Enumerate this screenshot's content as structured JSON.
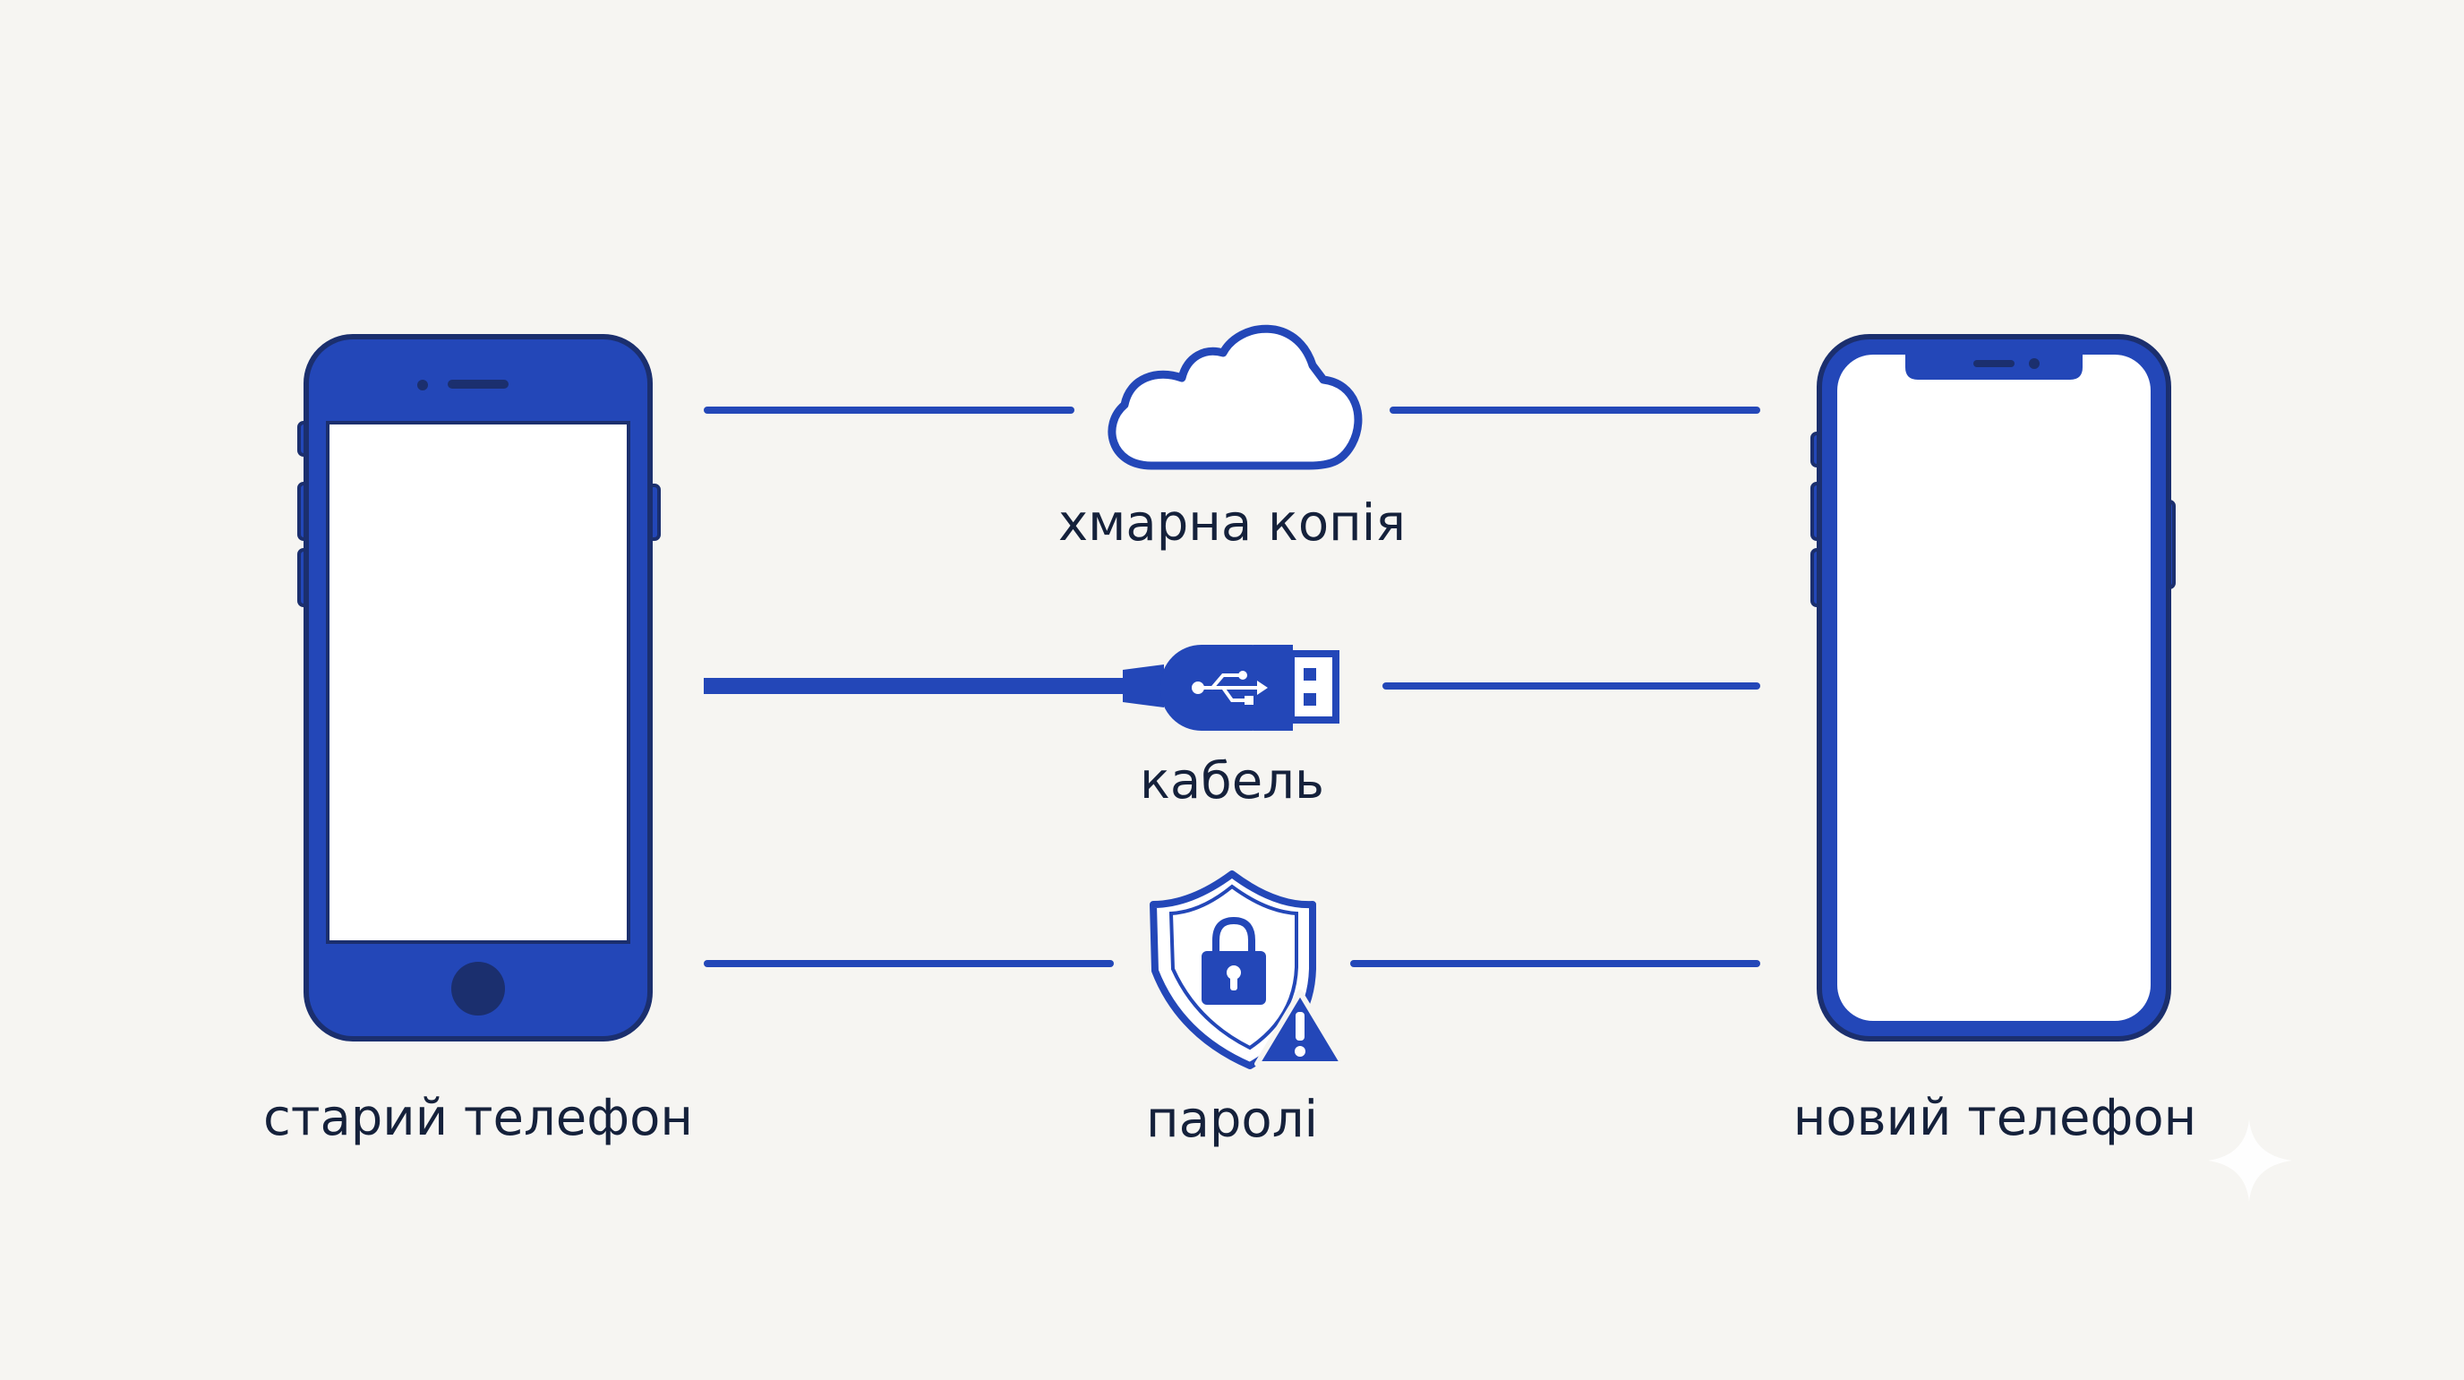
{
  "colors": {
    "background": "#f6f5f2",
    "accent": "#2347b8",
    "accent_dark": "#1b2f6e",
    "text": "#15213b",
    "screen": "#ffffff"
  },
  "nodes": {
    "old_phone": {
      "label": "старий телефон",
      "icon": "smartphone-with-home-button-icon"
    },
    "new_phone": {
      "label": "новий телефон",
      "icon": "smartphone-with-notch-icon"
    }
  },
  "methods": [
    {
      "id": "cloud",
      "label": "хмарна копія",
      "icon": "cloud-icon"
    },
    {
      "id": "cable",
      "label": "кабель",
      "icon": "usb-plug-icon"
    },
    {
      "id": "passwords",
      "label": "паролі",
      "icon": "shield-lock-warning-icon"
    }
  ]
}
